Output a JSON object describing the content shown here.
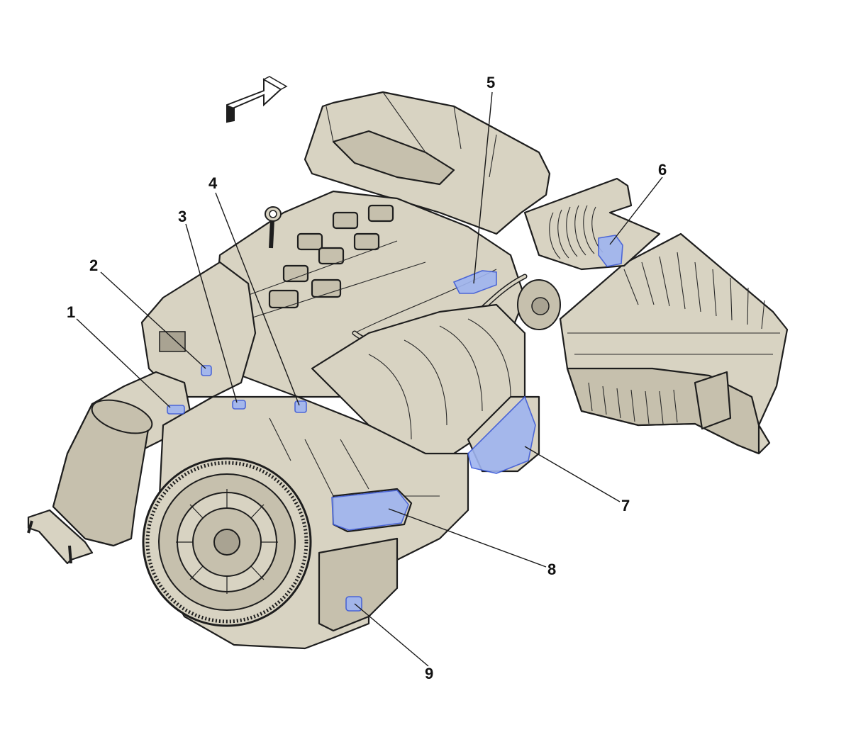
{
  "colors": {
    "body": "#d8d3c2",
    "body_shade": "#c6c0ad",
    "body_dark": "#a9a392",
    "outline": "#1e1e1e",
    "highlight_fill": "#9fb4f0",
    "highlight_stroke": "#3d5bd9",
    "background": "#ffffff"
  },
  "callouts": [
    {
      "id": "1",
      "label": "1"
    },
    {
      "id": "2",
      "label": "2"
    },
    {
      "id": "3",
      "label": "3"
    },
    {
      "id": "4",
      "label": "4"
    },
    {
      "id": "5",
      "label": "5"
    },
    {
      "id": "6",
      "label": "6"
    },
    {
      "id": "7",
      "label": "7"
    },
    {
      "id": "8",
      "label": "8"
    },
    {
      "id": "9",
      "label": "9"
    }
  ],
  "icons": {
    "direction_arrow": "front-direction-arrow-icon"
  }
}
